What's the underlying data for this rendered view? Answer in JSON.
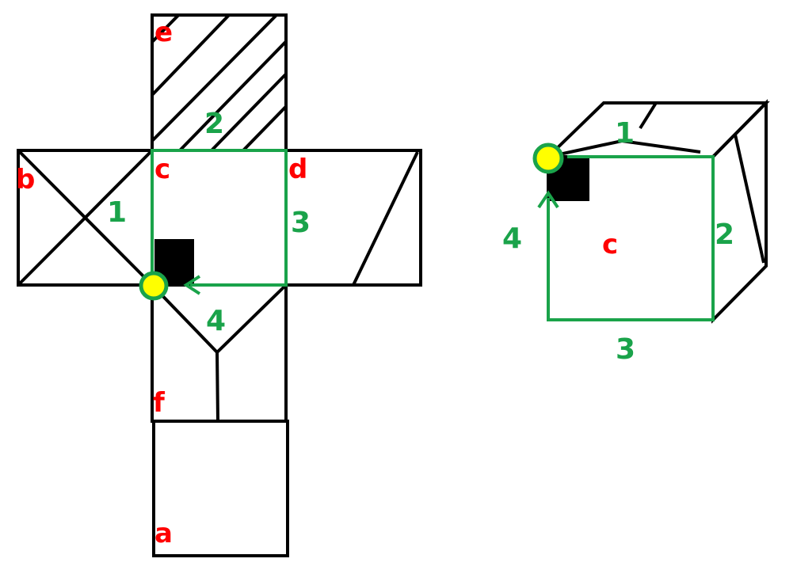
{
  "colors": {
    "face_label": "#ff0000",
    "path": "#1aa34a",
    "dot_fill": "#ffff00",
    "marker": "#000000"
  },
  "net": {
    "faces": {
      "e": "e",
      "b": "b",
      "c": "c",
      "d": "d",
      "f": "f",
      "a": "a"
    },
    "path_labels": {
      "1": "1",
      "2": "2",
      "3": "3",
      "4": "4"
    }
  },
  "cube": {
    "faces": {
      "c": "c"
    },
    "path_labels": {
      "1": "1",
      "2": "2",
      "3": "3",
      "4": "4"
    }
  }
}
